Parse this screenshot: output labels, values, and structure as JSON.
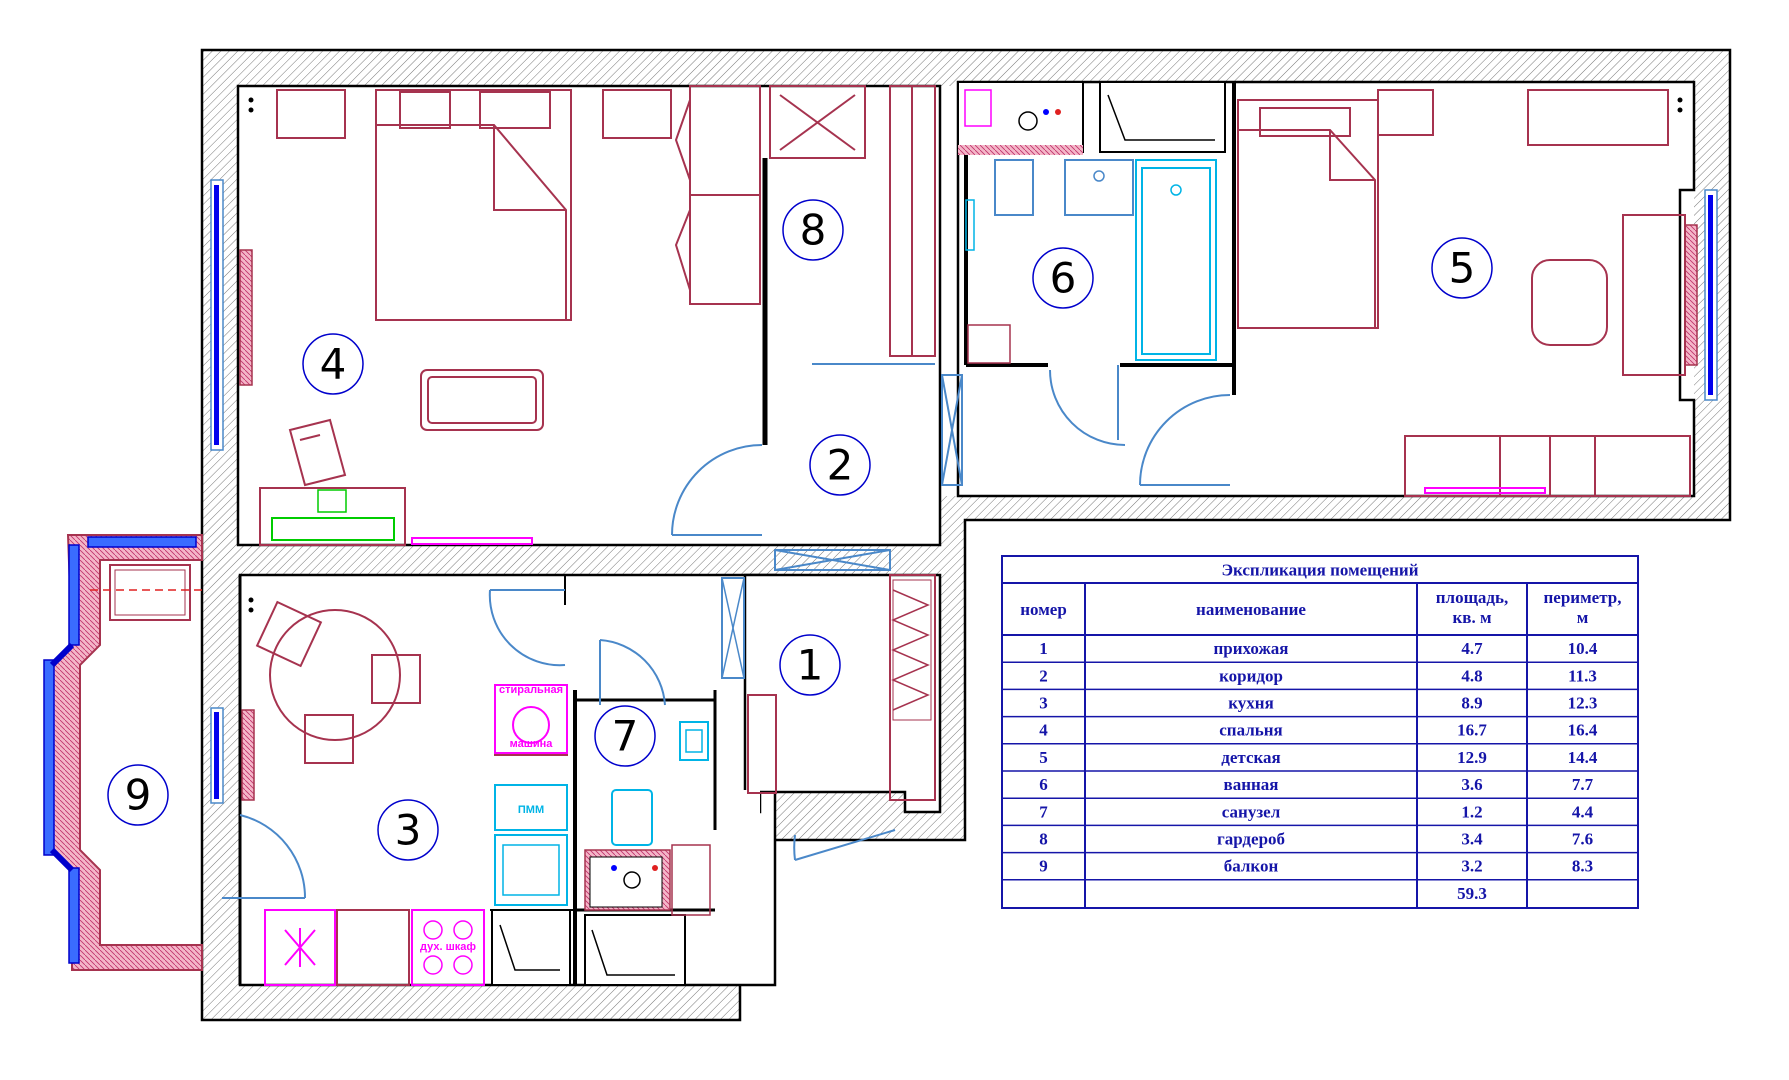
{
  "rooms": [
    {
      "num": "1"
    },
    {
      "num": "2"
    },
    {
      "num": "3"
    },
    {
      "num": "4"
    },
    {
      "num": "5"
    },
    {
      "num": "6"
    },
    {
      "num": "7"
    },
    {
      "num": "8"
    },
    {
      "num": "9"
    }
  ],
  "appliance_labels": {
    "washer_line1": "стиральная",
    "washer_line2": "машина",
    "dishwasher": "ПММ",
    "oven": "дух. шкаф"
  },
  "table": {
    "title": "Экспликация помещений",
    "headers": [
      "номер",
      "наименование",
      "площадь, кв. м",
      "периметр, м"
    ],
    "header_lines": [
      [
        "номер"
      ],
      [
        "наименование"
      ],
      [
        "площадь,",
        "кв. м"
      ],
      [
        "периметр,",
        "м"
      ]
    ],
    "rows": [
      [
        "1",
        "прихожая",
        "4.7",
        "10.4"
      ],
      [
        "2",
        "коридор",
        "4.8",
        "11.3"
      ],
      [
        "3",
        "кухня",
        "8.9",
        "12.3"
      ],
      [
        "4",
        "спальня",
        "16.7",
        "16.4"
      ],
      [
        "5",
        "детская",
        "12.9",
        "14.4"
      ],
      [
        "6",
        "ванная",
        "3.6",
        "7.7"
      ],
      [
        "7",
        "санузел",
        "1.2",
        "4.4"
      ],
      [
        "8",
        "гардероб",
        "3.4",
        "7.6"
      ],
      [
        "9",
        "балкон",
        "3.2",
        "8.3"
      ]
    ],
    "total_area": "59.3"
  },
  "colors": {
    "wall": "#000000",
    "furniture": "#a6334f",
    "door": "#4a88c9",
    "window": "#0000ff",
    "plumbing": "#00b4e6",
    "magenta": "#ff00ff",
    "table": "#1515a8",
    "green": "#00cc00"
  }
}
